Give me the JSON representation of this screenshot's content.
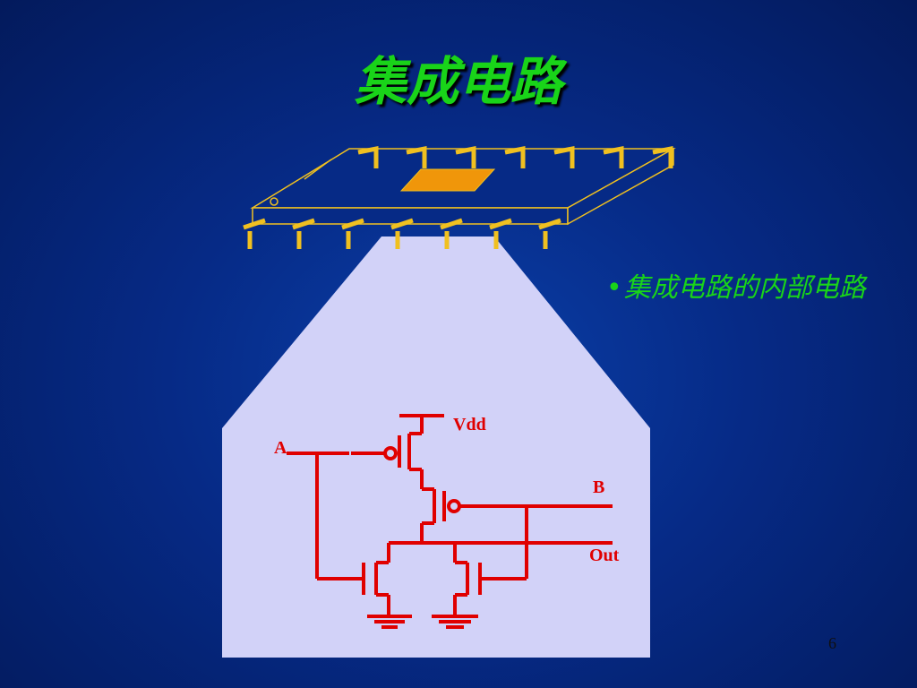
{
  "slide": {
    "title": "集成电路",
    "bullet_text": "集成电路的内部电路",
    "page_number": "6"
  },
  "circuit": {
    "labels": {
      "vdd": "Vdd",
      "input_a": "A",
      "input_b": "B",
      "output": "Out"
    }
  },
  "colors": {
    "background": "#062a86",
    "title_green": "#19d419",
    "panel": "#d2d2f8",
    "wire_red": "#e00000",
    "chip_outline": "#f0c020",
    "die_orange": "#f0960a"
  },
  "icons": {
    "chip": "ic-chip-package-icon",
    "circuit": "cmos-nor-gate-schematic"
  }
}
